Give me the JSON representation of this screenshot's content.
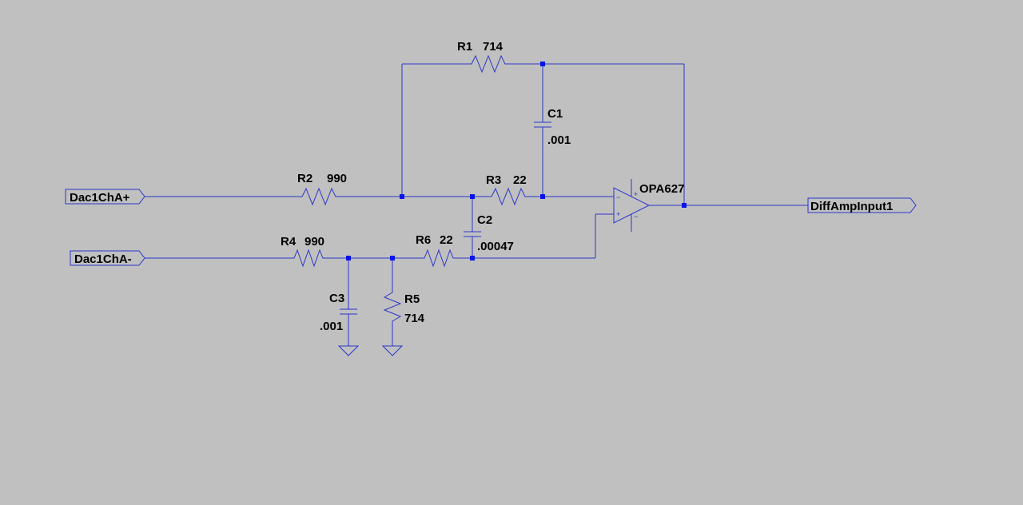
{
  "schematic": {
    "ports": {
      "in_plus": "Dac1ChA+",
      "in_minus": "Dac1ChA-",
      "output": "DiffAmpInput1"
    },
    "components": {
      "R1": {
        "ref": "R1",
        "value": "714"
      },
      "R2": {
        "ref": "R2",
        "value": "990"
      },
      "R3": {
        "ref": "R3",
        "value": "22"
      },
      "R4": {
        "ref": "R4",
        "value": "990"
      },
      "R5": {
        "ref": "R5",
        "value": "714"
      },
      "R6": {
        "ref": "R6",
        "value": "22"
      },
      "C1": {
        "ref": "C1",
        "value": ".001"
      },
      "C2": {
        "ref": "C2",
        "value": ".00047"
      },
      "C3": {
        "ref": "C3",
        "value": ".001"
      },
      "U1": {
        "ref": "OPA627",
        "in_minus_sign": "−",
        "in_plus_sign": "+"
      }
    },
    "colors": {
      "background": "#c0c0c0",
      "wire": "#2b36c9",
      "junction": "#0a14e6",
      "text": "#000000"
    }
  }
}
